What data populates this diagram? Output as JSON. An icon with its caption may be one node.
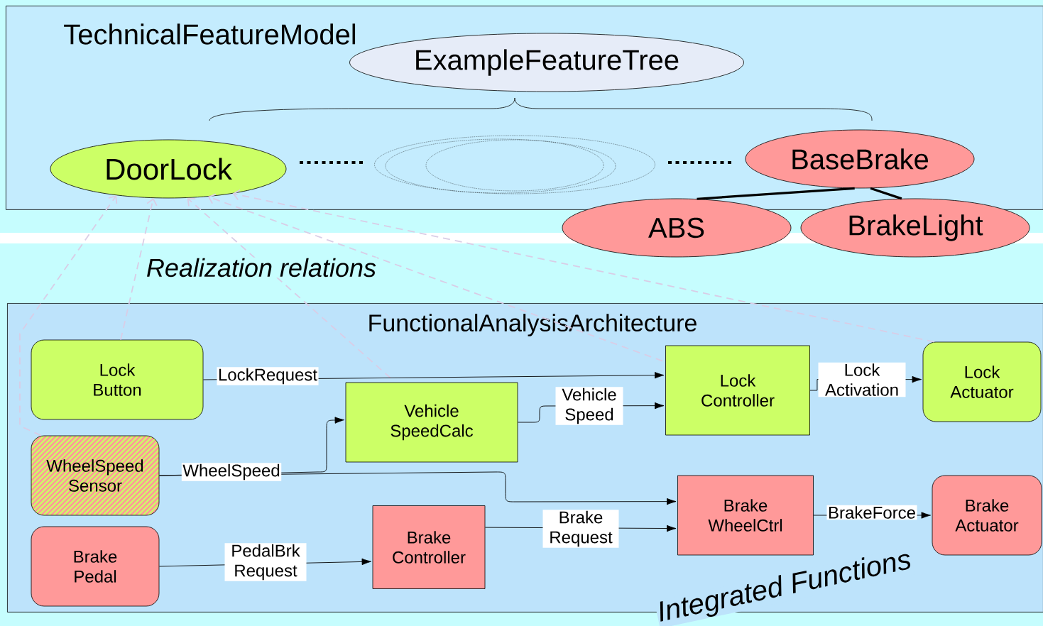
{
  "diagram": {
    "nodes": [
      {
        "text": [
          "TechnicalFeatureModel"
        ]
      },
      {
        "text": [
          "ExampleFeatureTree"
        ],
        "in": 0
      },
      {
        "text": [
          "DoorLock"
        ],
        "in": 0
      },
      {
        "text": [],
        "shape": "ellipse",
        "in": 0
      },
      {
        "text": [
          "BaseBrake"
        ],
        "in": 0
      },
      {
        "text": [
          "ABS"
        ]
      },
      {
        "text": [
          "BrakeLight"
        ]
      },
      {
        "text": [
          "FunctionalAnalysisArchitecture"
        ]
      },
      {
        "text": [
          "Lock Button"
        ],
        "in": 7
      },
      {
        "text": [
          "WheelSpeed Sensor"
        ],
        "in": 7
      },
      {
        "text": [
          "Brake Pedal"
        ],
        "in": 7
      },
      {
        "text": [
          "Vehicle SpeedCalc"
        ],
        "in": 7
      },
      {
        "text": [
          "Brake Controller"
        ],
        "in": 7
      },
      {
        "text": [
          "Lock Controller"
        ],
        "in": 7
      },
      {
        "text": [
          "Brake WheelCtrl"
        ],
        "in": 7
      },
      {
        "text": [
          "Lock Actuator"
        ],
        "in": 7
      },
      {
        "text": [
          "Brake Actuator"
        ],
        "in": 7
      }
    ],
    "edges": [
      {
        "from": 4,
        "to": 5,
        "arrow": "none",
        "style": "thick"
      },
      {
        "from": 4,
        "to": 6,
        "arrow": "none",
        "style": "thick"
      },
      {
        "from": 9,
        "to": 2,
        "arrow": "to",
        "style": "dashed",
        "color": "#d9cde6"
      },
      {
        "from": 8,
        "to": 2,
        "arrow": "to",
        "style": "dashed",
        "color": "#d9cde6"
      },
      {
        "from": 11,
        "to": 2,
        "arrow": "to",
        "style": "dashed",
        "color": "#d9cde6"
      },
      {
        "from": 13,
        "to": 2,
        "arrow": "to",
        "style": "dashed",
        "color": "#d9cde6"
      },
      {
        "from": 15,
        "to": 2,
        "arrow": "to",
        "style": "dashed",
        "color": "#d9cde6"
      },
      {
        "from": 8,
        "to": 13,
        "arrow": "to",
        "label": "LockRequest"
      },
      {
        "from": 9,
        "to": 11,
        "arrow": "to",
        "label": "WheelSpeed"
      },
      {
        "from": 9,
        "to": 14,
        "arrow": "to"
      },
      {
        "from": 11,
        "to": 13,
        "arrow": "to",
        "label": "Vehicle Speed"
      },
      {
        "from": 10,
        "to": 12,
        "arrow": "to",
        "label": "PedalBrk Request"
      },
      {
        "from": 12,
        "to": 14,
        "arrow": "to",
        "label": "Brake Request"
      },
      {
        "from": 13,
        "to": 15,
        "arrow": "to",
        "label": "Lock Activation"
      },
      {
        "from": 14,
        "to": 16,
        "arrow": "to",
        "label": "BrakeForce"
      }
    ],
    "labels": [
      "Realization relations",
      "Integrated Functions"
    ]
  }
}
